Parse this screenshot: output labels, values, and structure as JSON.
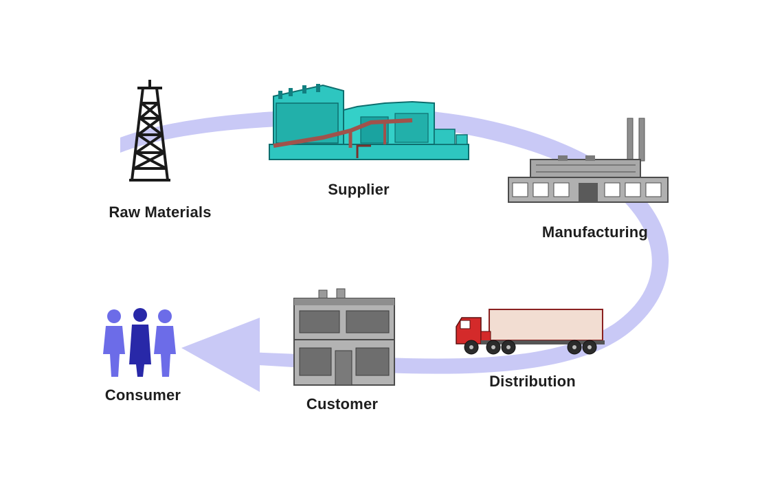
{
  "diagram": {
    "nodes": [
      {
        "id": "raw",
        "label": "Raw Materials",
        "icon": "oil-derrick-icon"
      },
      {
        "id": "supplier",
        "label": "Supplier",
        "icon": "power-plant-icon"
      },
      {
        "id": "manufacturing",
        "label": "Manufacturing",
        "icon": "factory-icon"
      },
      {
        "id": "distribution",
        "label": "Distribution",
        "icon": "truck-icon"
      },
      {
        "id": "customer",
        "label": "Customer",
        "icon": "building-icon"
      },
      {
        "id": "consumer",
        "label": "Consumer",
        "icon": "people-icon"
      }
    ],
    "flow": [
      "Raw Materials",
      "Supplier",
      "Manufacturing",
      "Distribution",
      "Customer",
      "Consumer"
    ],
    "colors": {
      "arrow": "#c9c9f6",
      "plant_teal": "#2ec6c0",
      "plant_dark": "#117f80",
      "pipe": "#a0524b",
      "factory_gray": "#9a9a9a",
      "truck_cab": "#d42a2a",
      "trailer": "#f2ddd2",
      "people": "#6c6ce8",
      "people_dark": "#2828a8",
      "text": "#1e1e1e"
    }
  }
}
